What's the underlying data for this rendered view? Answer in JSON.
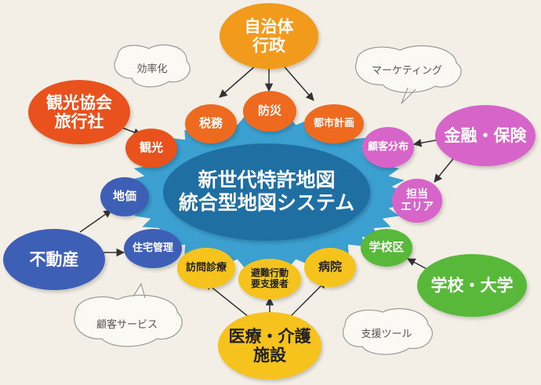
{
  "center": {
    "line1": "新世代特許地図",
    "line2": "統合型地図システム"
  },
  "hubs": {
    "gov": "自治体\n行政",
    "tourism": "観光協会\n旅行社",
    "finance": "金融・保険",
    "realestate": "不動産",
    "school": "学校・大学",
    "medical": "医療・介護\n施設"
  },
  "spokes": {
    "tax": "税務",
    "disaster": "防災",
    "urban": "都市計画",
    "customer_dist": "顧客分布",
    "area": "担当\nエリア",
    "school_district": "学校区",
    "hospital": "病院",
    "evac": "避難行動\n要支援者",
    "visit": "訪問診療",
    "housing": "住宅管理",
    "land_price": "地価",
    "sightseeing": "観光"
  },
  "bubbles": {
    "efficiency": "効率化",
    "marketing": "マーケティング",
    "customer_service": "顧客サービス",
    "support_tool": "支援ツール"
  },
  "colors": {
    "gear": "#3b9fd0",
    "center": "#1f6fa3",
    "orange": "#f29a1c",
    "blue": "#3d5fb5",
    "purple": "#d765c9",
    "green": "#58b83a",
    "yellow": "#f6c31d"
  }
}
